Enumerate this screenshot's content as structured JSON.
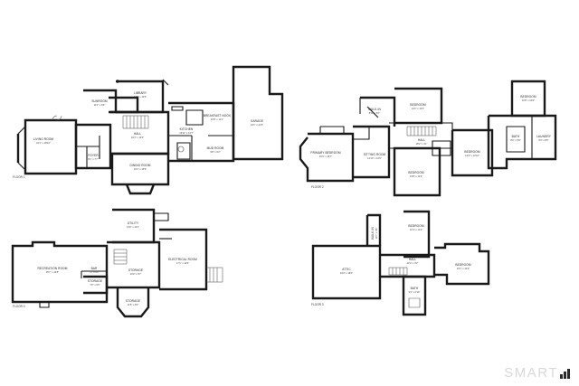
{
  "floors": [
    {
      "label": "FLOOR 1",
      "rooms": [
        {
          "id": "living",
          "name": "LIVING ROOM",
          "dims": "22'1\" x 18'10\""
        },
        {
          "id": "sunroom",
          "name": "SUNROOM",
          "dims": "11'2\" x 9'6\""
        },
        {
          "id": "library",
          "name": "LIBRARY",
          "dims": "14'7\" x 13'5\""
        },
        {
          "id": "hall",
          "name": "HALL",
          "dims": "19'1\" x 11'3\""
        },
        {
          "id": "foyer",
          "name": "FOYER",
          "dims": "8'1\" x 7'7\""
        },
        {
          "id": "dining",
          "name": "DINING ROOM",
          "dims": "16'1\" x 15'9\""
        },
        {
          "id": "kitchen",
          "name": "KITCHEN",
          "dims": "16'11\" x 13'7\""
        },
        {
          "id": "breakfast",
          "name": "BREAKFAST NOOK",
          "dims": "15'6\" x 11'1\""
        },
        {
          "id": "mudroom",
          "name": "MUD ROOM",
          "dims": "9'8\" x 6'2\""
        },
        {
          "id": "garage",
          "name": "GARAGE",
          "dims": "24'1\" x 21'6\""
        }
      ]
    },
    {
      "label": "FLOOR 2",
      "rooms": [
        {
          "id": "primary",
          "name": "PRIMARY BEDROOM",
          "dims": "19'4\" x 15'7\""
        },
        {
          "id": "walkin",
          "name": "WALK-IN",
          "dims": "8'11\" x 8'7\""
        },
        {
          "id": "sitting",
          "name": "SITTING ROOM",
          "dims": "12'10\" x 12'0\""
        },
        {
          "id": "bed2",
          "name": "BEDROOM",
          "dims": "14'1\" x 12'4\""
        },
        {
          "id": "hall2",
          "name": "HALL",
          "dims": "18'2\" x 4'1\""
        },
        {
          "id": "bed3",
          "name": "BEDROOM",
          "dims": "13'8\" x 12'3\""
        },
        {
          "id": "bed4",
          "name": "BEDROOM",
          "dims": "13'3\" x 12'10\""
        },
        {
          "id": "bed5",
          "name": "BEDROOM",
          "dims": "11'8\" x 10'6\""
        },
        {
          "id": "laundry",
          "name": "LAUNDRY",
          "dims": "9'3\" x 8'5\""
        },
        {
          "id": "bath2",
          "name": "BATH",
          "dims": "8'2\" x 5'9\""
        }
      ]
    },
    {
      "label": "FLOOR 0",
      "rooms": [
        {
          "id": "recreation",
          "name": "RECREATION ROOM",
          "dims": "35'7\" x 19'8\""
        },
        {
          "id": "utility",
          "name": "UTILITY",
          "dims": "13'0\" x 10'1\""
        },
        {
          "id": "storage1",
          "name": "STORAGE",
          "dims": "10'2\" x 9'7\""
        },
        {
          "id": "electrical",
          "name": "ELECTRICAL ROOM",
          "dims": "17'1\" x 13'6\""
        },
        {
          "id": "storage2",
          "name": "STORAGE",
          "dims": "7'0\" x 6'6\""
        },
        {
          "id": "storage3",
          "name": "STORAGE",
          "dims": "11'8\" x 8'2\""
        },
        {
          "id": "bar",
          "name": "BAR",
          "dims": "7'2\" x 4'0\""
        }
      ]
    },
    {
      "label": "FLOOR 3",
      "rooms": [
        {
          "id": "attic",
          "name": "ATTIC",
          "dims": "34'3\" x 18'0\""
        },
        {
          "id": "bed6",
          "name": "BEDROOM",
          "dims": "12'1\" x 11'4\""
        },
        {
          "id": "hall3",
          "name": "HALL",
          "dims": "13'4\" x 3'2\""
        },
        {
          "id": "bed7",
          "name": "BEDROOM",
          "dims": "16'1\" x 12'4\""
        },
        {
          "id": "walkin3",
          "name": "WALK-IN",
          "dims": "14'7\" x 4'6\""
        },
        {
          "id": "bath3",
          "name": "BATH",
          "dims": "9'1\" x 6'10\""
        }
      ]
    }
  ],
  "brand": {
    "name": "SMART",
    "icon": "bar-chart-icon"
  },
  "colors": {
    "walls": "#1a1a1a",
    "text": "#222222",
    "brand_text": "#d9d9d9",
    "brand_bars": "#2b2b2b"
  }
}
